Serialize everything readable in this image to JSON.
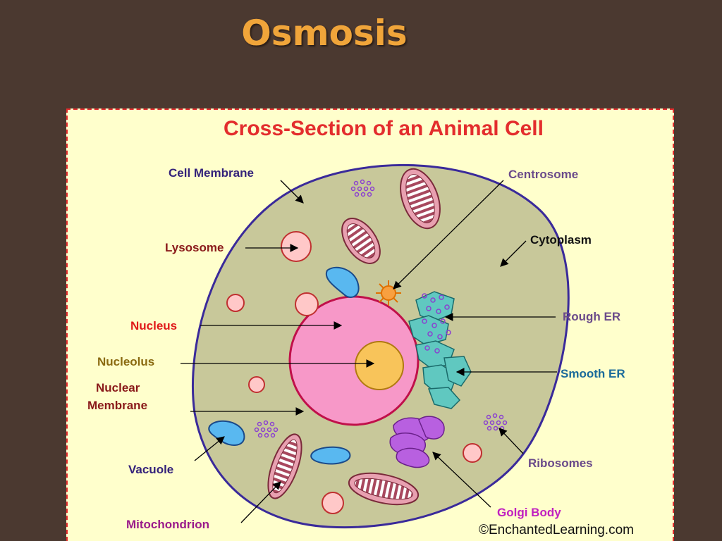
{
  "slide": {
    "title": "Osmosis"
  },
  "diagram": {
    "title": "Cross-Section of an Animal Cell",
    "copyright": "©EnchantedLearning.com",
    "labels": {
      "cell_membrane": "Cell Membrane",
      "lysosome": "Lysosome",
      "nucleus": "Nucleus",
      "nucleolus": "Nucleolus",
      "nuclear_membrane_1": "Nuclear",
      "nuclear_membrane_2": "Membrane",
      "vacuole": "Vacuole",
      "mitochondrion": "Mitochondrion",
      "centrosome": "Centrosome",
      "cytoplasm": "Cytoplasm",
      "rough_er": "Rough ER",
      "smooth_er": "Smooth ER",
      "ribosomes": "Ribosomes",
      "golgi_body": "Golgi Body"
    }
  },
  "colors": {
    "background": "#4b3930",
    "title": "#f0a53a",
    "panel": "#ffffcc",
    "panel_border": "#e32d2d",
    "cytoplasm": "#c8c89a",
    "membrane": "#3a2a9a",
    "nucleus": "#f798c8",
    "nucleolus": "#f8c45a",
    "mitochondrion": "#e8a0b0",
    "vacuole": "#59b8f0",
    "lysosome": "#ffc8c8",
    "er": "#60c8c0",
    "golgi": "#b860e0"
  }
}
